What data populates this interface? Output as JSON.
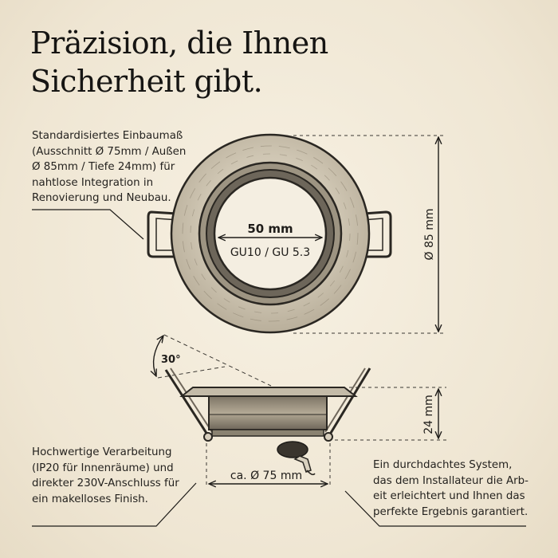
{
  "headline": {
    "line1": "Präzision, die Ihnen",
    "line2": "Sicherheit gibt."
  },
  "notes": {
    "mount": [
      "Standardisiertes Einbaumaß",
      "(Ausschnitt Ø 75mm / Außen",
      "Ø 85mm / Tiefe 24mm) für",
      "nahtlose Integration in",
      "Renovierung und Neubau."
    ],
    "quality": [
      "Hochwertige Verarbeitung",
      "(IP20 für Innenräume) und",
      "direkter 230V-Anschluss für",
      "ein makelloses Finish."
    ],
    "system": [
      "Ein durchdachtes System,",
      "das dem Installateur die Arb-",
      "eit erleichtert und Ihnen das",
      "perfekte Ergebnis garantiert."
    ]
  },
  "dimensions": {
    "inner": "50 mm",
    "socket": "GU10 / GU 5.3",
    "outer": "Ø 85 mm",
    "depth": "24 mm",
    "tilt": "30°",
    "cutout": "ca. Ø 75 mm"
  }
}
